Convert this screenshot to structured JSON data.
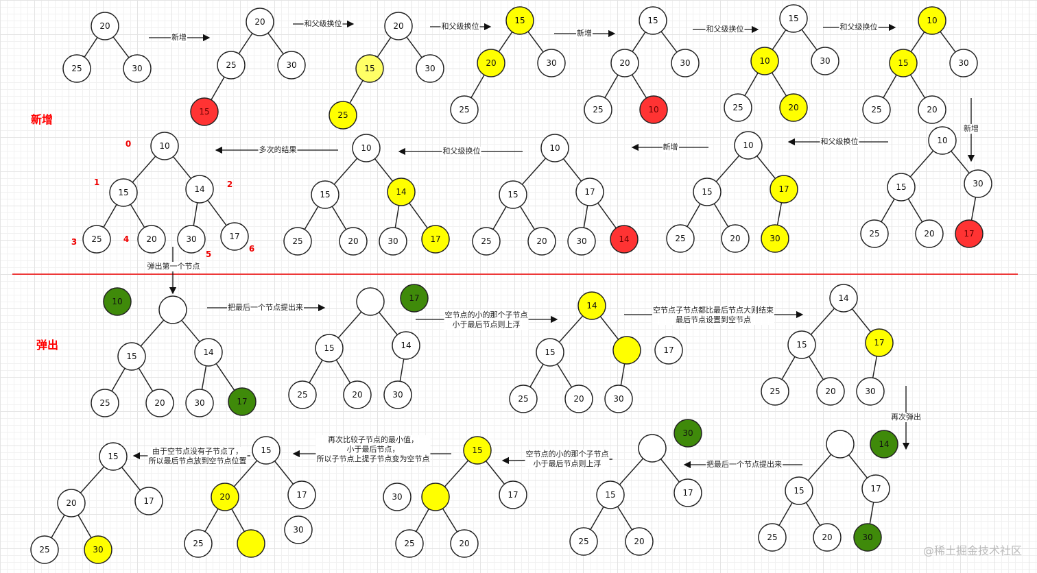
{
  "colors": {
    "w": "#ffffff",
    "y": "#ffff00",
    "ly": "#ffff66",
    "r": "#ff3333",
    "g": "#3f8a0a"
  },
  "sections": {
    "insert": "新增",
    "pop": "弹出"
  },
  "index_labels": [
    "0",
    "1",
    "2",
    "3",
    "4",
    "5",
    "6"
  ],
  "watermark": "@稀土掘金技术社区",
  "trees": [
    {
      "nodes": [
        {
          "v": "20",
          "c": "w"
        },
        {
          "v": "25",
          "c": "w"
        },
        {
          "v": "30",
          "c": "w"
        }
      ]
    },
    {
      "nodes": [
        {
          "v": "20",
          "c": "w"
        },
        {
          "v": "25",
          "c": "w"
        },
        {
          "v": "30",
          "c": "w"
        },
        {
          "v": "15",
          "c": "r"
        }
      ]
    },
    {
      "nodes": [
        {
          "v": "20",
          "c": "w"
        },
        {
          "v": "15",
          "c": "ly"
        },
        {
          "v": "30",
          "c": "w"
        },
        {
          "v": "25",
          "c": "y"
        }
      ]
    },
    {
      "nodes": [
        {
          "v": "15",
          "c": "y"
        },
        {
          "v": "20",
          "c": "y"
        },
        {
          "v": "30",
          "c": "w"
        },
        {
          "v": "25",
          "c": "w"
        }
      ]
    },
    {
      "nodes": [
        {
          "v": "15",
          "c": "w"
        },
        {
          "v": "20",
          "c": "w"
        },
        {
          "v": "30",
          "c": "w"
        },
        {
          "v": "25",
          "c": "w"
        },
        {
          "v": "10",
          "c": "r"
        }
      ]
    },
    {
      "nodes": [
        {
          "v": "15",
          "c": "w"
        },
        {
          "v": "10",
          "c": "y"
        },
        {
          "v": "30",
          "c": "w"
        },
        {
          "v": "25",
          "c": "w"
        },
        {
          "v": "20",
          "c": "y"
        }
      ]
    },
    {
      "nodes": [
        {
          "v": "10",
          "c": "y"
        },
        {
          "v": "15",
          "c": "y"
        },
        {
          "v": "30",
          "c": "w"
        },
        {
          "v": "25",
          "c": "w"
        },
        {
          "v": "20",
          "c": "w"
        }
      ]
    },
    {
      "nodes": [
        {
          "v": "10",
          "c": "w"
        },
        {
          "v": "15",
          "c": "w"
        },
        {
          "v": "30",
          "c": "w"
        },
        {
          "v": "25",
          "c": "w"
        },
        {
          "v": "20",
          "c": "w"
        },
        {
          "v": "17",
          "c": "r"
        }
      ]
    },
    {
      "nodes": [
        {
          "v": "10",
          "c": "w"
        },
        {
          "v": "15",
          "c": "w"
        },
        {
          "v": "17",
          "c": "y"
        },
        {
          "v": "25",
          "c": "w"
        },
        {
          "v": "20",
          "c": "w"
        },
        {
          "v": "30",
          "c": "y"
        }
      ]
    },
    {
      "nodes": [
        {
          "v": "10",
          "c": "w"
        },
        {
          "v": "15",
          "c": "w"
        },
        {
          "v": "17",
          "c": "w"
        },
        {
          "v": "25",
          "c": "w"
        },
        {
          "v": "20",
          "c": "w"
        },
        {
          "v": "30",
          "c": "w"
        },
        {
          "v": "14",
          "c": "r"
        }
      ]
    },
    {
      "nodes": [
        {
          "v": "10",
          "c": "w"
        },
        {
          "v": "15",
          "c": "w"
        },
        {
          "v": "14",
          "c": "y"
        },
        {
          "v": "25",
          "c": "w"
        },
        {
          "v": "20",
          "c": "w"
        },
        {
          "v": "30",
          "c": "w"
        },
        {
          "v": "17",
          "c": "y"
        }
      ]
    },
    {
      "nodes": [
        {
          "v": "10",
          "c": "w"
        },
        {
          "v": "15",
          "c": "w"
        },
        {
          "v": "14",
          "c": "w"
        },
        {
          "v": "25",
          "c": "w"
        },
        {
          "v": "20",
          "c": "w"
        },
        {
          "v": "30",
          "c": "w"
        },
        {
          "v": "17",
          "c": "w"
        }
      ]
    },
    {
      "nodes": [
        {
          "v": "",
          "c": "w"
        },
        {
          "v": "15",
          "c": "w"
        },
        {
          "v": "14",
          "c": "w"
        },
        {
          "v": "25",
          "c": "w"
        },
        {
          "v": "20",
          "c": "w"
        },
        {
          "v": "30",
          "c": "w"
        },
        {
          "v": "17",
          "c": "g"
        },
        {
          "v": "10",
          "c": "g"
        }
      ]
    },
    {
      "nodes": [
        {
          "v": "",
          "c": "w"
        },
        {
          "v": "15",
          "c": "w"
        },
        {
          "v": "14",
          "c": "w"
        },
        {
          "v": "25",
          "c": "w"
        },
        {
          "v": "20",
          "c": "w"
        },
        {
          "v": "30",
          "c": "w"
        },
        {
          "v": "17",
          "c": "g"
        }
      ]
    },
    {
      "nodes": [
        {
          "v": "14",
          "c": "y"
        },
        {
          "v": "15",
          "c": "w"
        },
        {
          "v": "",
          "c": "y"
        },
        {
          "v": "25",
          "c": "w"
        },
        {
          "v": "20",
          "c": "w"
        },
        {
          "v": "30",
          "c": "w"
        },
        {
          "v": "17",
          "c": "w"
        }
      ]
    },
    {
      "nodes": [
        {
          "v": "14",
          "c": "w"
        },
        {
          "v": "15",
          "c": "w"
        },
        {
          "v": "17",
          "c": "y"
        },
        {
          "v": "25",
          "c": "w"
        },
        {
          "v": "20",
          "c": "w"
        },
        {
          "v": "30",
          "c": "w"
        }
      ]
    },
    {
      "nodes": [
        {
          "v": "",
          "c": "w"
        },
        {
          "v": "15",
          "c": "w"
        },
        {
          "v": "17",
          "c": "w"
        },
        {
          "v": "25",
          "c": "w"
        },
        {
          "v": "20",
          "c": "w"
        },
        {
          "v": "30",
          "c": "g"
        },
        {
          "v": "14",
          "c": "g"
        }
      ]
    },
    {
      "nodes": [
        {
          "v": "",
          "c": "w"
        },
        {
          "v": "15",
          "c": "w"
        },
        {
          "v": "17",
          "c": "w"
        },
        {
          "v": "25",
          "c": "w"
        },
        {
          "v": "20",
          "c": "w"
        },
        {
          "v": "30",
          "c": "g"
        }
      ]
    },
    {
      "nodes": [
        {
          "v": "15",
          "c": "y"
        },
        {
          "v": "",
          "c": "y"
        },
        {
          "v": "17",
          "c": "w"
        },
        {
          "v": "25",
          "c": "w"
        },
        {
          "v": "20",
          "c": "w"
        },
        {
          "v": "30",
          "c": "w"
        }
      ]
    },
    {
      "nodes": [
        {
          "v": "15",
          "c": "w"
        },
        {
          "v": "20",
          "c": "y"
        },
        {
          "v": "17",
          "c": "w"
        },
        {
          "v": "25",
          "c": "w"
        },
        {
          "v": "",
          "c": "y"
        },
        {
          "v": "30",
          "c": "w"
        }
      ]
    },
    {
      "nodes": [
        {
          "v": "15",
          "c": "w"
        },
        {
          "v": "20",
          "c": "w"
        },
        {
          "v": "17",
          "c": "w"
        },
        {
          "v": "25",
          "c": "w"
        },
        {
          "v": "30",
          "c": "y"
        }
      ]
    }
  ],
  "arrows": [
    {
      "lines": [
        "新增"
      ]
    },
    {
      "lines": [
        "和父级换位"
      ]
    },
    {
      "lines": [
        "和父级换位"
      ]
    },
    {
      "lines": [
        "新增"
      ]
    },
    {
      "lines": [
        "和父级换位"
      ]
    },
    {
      "lines": [
        "和父级换位"
      ]
    },
    {
      "lines": [
        "新增"
      ]
    },
    {
      "lines": [
        "和父级换位"
      ]
    },
    {
      "lines": [
        "新增"
      ]
    },
    {
      "lines": [
        "和父级换位"
      ]
    },
    {
      "lines": [
        "多次的结果"
      ]
    },
    {
      "lines": [
        "弹出第一个节点"
      ]
    },
    {
      "lines": [
        "把最后一个节点提出来"
      ]
    },
    {
      "lines": [
        "空节点的小的那个子节点",
        "小于最后节点则上浮"
      ]
    },
    {
      "lines": [
        "空节点子节点都比最后节点大则结束",
        "最后节点设置到空节点"
      ]
    },
    {
      "lines": [
        "再次弹出"
      ]
    },
    {
      "lines": [
        "把最后一个节点提出来"
      ]
    },
    {
      "lines": [
        "空节点的小的那个子节点",
        "小于最后节点则上浮"
      ]
    },
    {
      "lines": [
        "再次比较子节点的最小值，",
        "小于最后节点，",
        "所以子节点上提子节点变为空节点"
      ]
    },
    {
      "lines": [
        "由于空节点没有子节点了，",
        "所以最后节点放到空节点位置"
      ]
    }
  ]
}
